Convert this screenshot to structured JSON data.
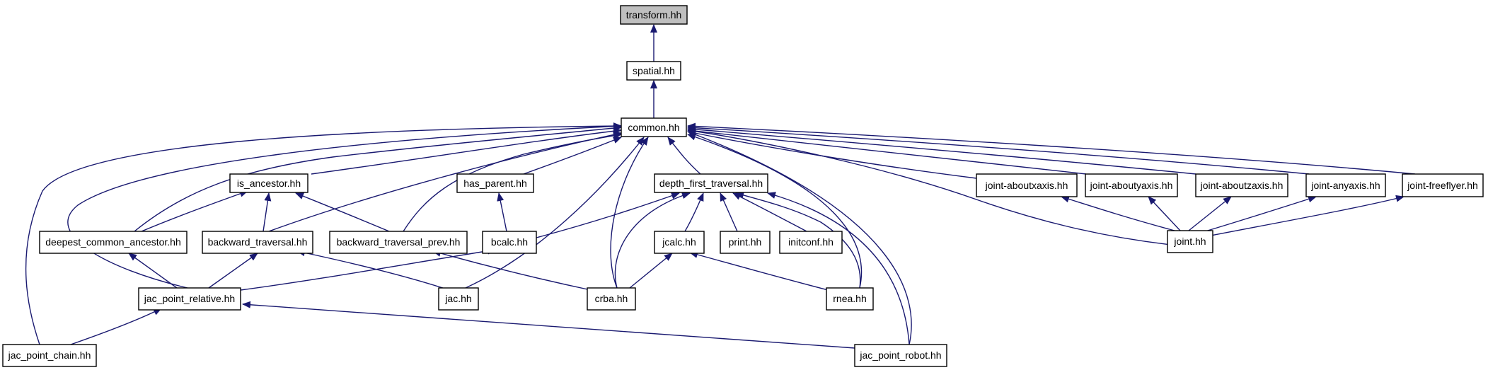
{
  "graph": {
    "colors": {
      "edge": "#191970",
      "node_border": "#000000",
      "root_fill": "#bfbfbf",
      "node_fill": "#ffffff"
    },
    "nodes": {
      "transform": "transform.hh",
      "spatial": "spatial.hh",
      "common": "common.hh",
      "is_ancestor": "is_ancestor.hh",
      "has_parent": "has_parent.hh",
      "dft": "depth_first_traversal.hh",
      "aboutx": "joint-aboutxaxis.hh",
      "abouty": "joint-aboutyaxis.hh",
      "aboutz": "joint-aboutzaxis.hh",
      "anyaxis": "joint-anyaxis.hh",
      "freeflyer": "joint-freeflyer.hh",
      "dca": "deepest_common_ancestor.hh",
      "bt": "backward_traversal.hh",
      "btp": "backward_traversal_prev.hh",
      "bcalc": "bcalc.hh",
      "jcalc": "jcalc.hh",
      "print": "print.hh",
      "initconf": "initconf.hh",
      "joint": "joint.hh",
      "jpr": "jac_point_relative.hh",
      "jac": "jac.hh",
      "crba": "crba.hh",
      "rnea": "rnea.hh",
      "jpc": "jac_point_chain.hh",
      "jprob": "jac_point_robot.hh"
    }
  }
}
